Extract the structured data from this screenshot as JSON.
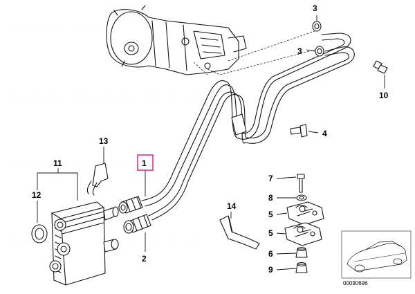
{
  "diagram": {
    "callouts": {
      "c1": "1",
      "c2": "2",
      "c3a": "3",
      "c3b": "3",
      "c4": "4",
      "c5a": "5",
      "c5b": "5",
      "c6": "6",
      "c7": "7",
      "c8": "8",
      "c9": "9",
      "c10": "10",
      "c11": "11",
      "c12": "12",
      "c13": "13",
      "c14": "14"
    },
    "highlighted_callout": "1",
    "highlight_color": "#d6338f",
    "reference_number": "00090696"
  }
}
